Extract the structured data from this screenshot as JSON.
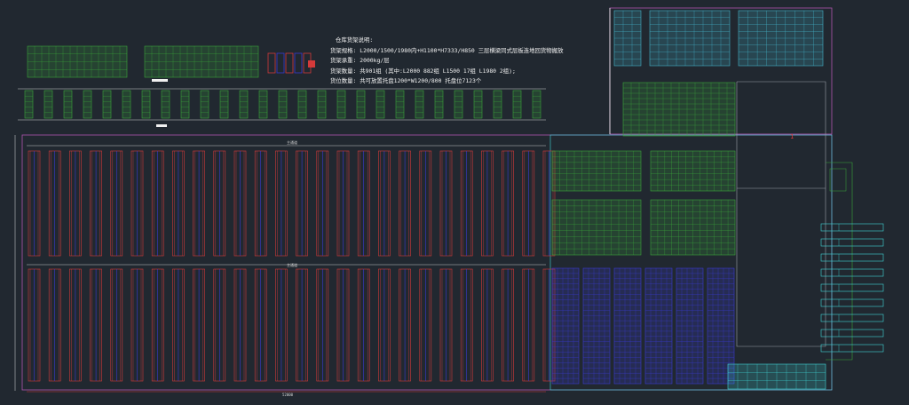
{
  "drawing": {
    "notes": {
      "title": "仓库货架说明:",
      "lines": [
        "货架规格: L2000/1500/1980内+H1100*H7333/H850 三层横梁同式层板连地回货物搬放",
        "货架承重: 2000kg/层",
        "货架数量: 共901组 (其中:L2000 882组 L1500 17组 L1980 2组);",
        "货位数量: 共可放置托盘1200*W1200/800 托盘位7123个"
      ]
    },
    "labels": {
      "aisle_top": "主通道",
      "aisle_mid": "主通道",
      "room_mark": "1",
      "dim_bottom": "52000"
    },
    "colors": {
      "background": "#212830",
      "wall": "#b054b0",
      "rack_red": "#d43a3a",
      "rack_blue": "#3a3ad0",
      "rack_green": "#3aa53a",
      "rack_cyan": "#43b3c8",
      "outline_cyan": "#3fd6d6"
    }
  }
}
